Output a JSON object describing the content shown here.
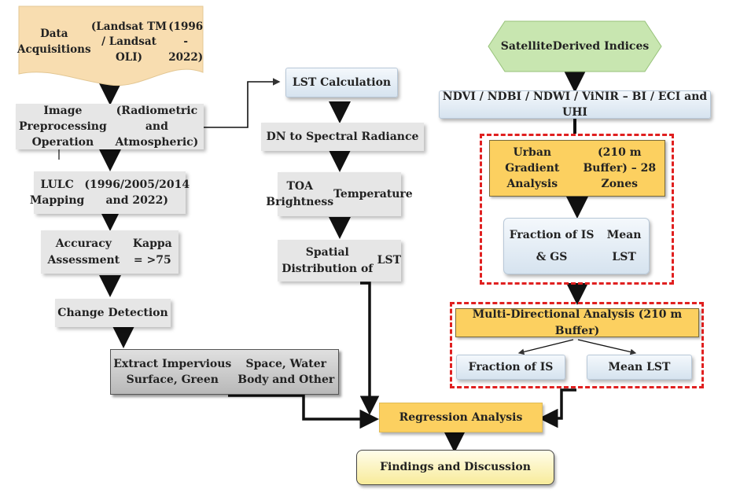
{
  "data_acquisitions": {
    "line1": "Data Acquisitions",
    "line2": "(Landsat TM / Landsat OLI)",
    "line3": "(1996 - 2022)"
  },
  "preprocessing": {
    "line1": "Image Preprocessing Operation",
    "line2": "(Radiometric and Atmospheric)"
  },
  "lulc": {
    "line1": "LULC Mapping",
    "line2": "(1996/2005/2014 and 2022)"
  },
  "accuracy": {
    "line1": "Accuracy Assessment",
    "line2": "Kappa = >75"
  },
  "change_detection": "Change Detection",
  "extract": {
    "line1": "Extract Impervious Surface, Green",
    "line2": "Space, Water Body and Other"
  },
  "lst_calc": "LST Calculation",
  "dn_radiance": "DN to Spectral Radiance",
  "toa": {
    "line1": "TOA Brightness",
    "line2": "Temperature"
  },
  "spatial_lst": {
    "line1": "Spatial Distribution of",
    "line2": "LST"
  },
  "satellite": {
    "line1": "Satellite",
    "line2": "Derived Indices"
  },
  "indices": "NDVI / NDBI / NDWI / ViNIR – BI / ECI and UHI",
  "urban_gradient": {
    "line1": "Urban Gradient Analysis",
    "line2": "(210 m Buffer) – 28 Zones"
  },
  "fraction_is_gs": {
    "line1": "Fraction of IS & GS",
    "line2": "Mean LST"
  },
  "multi_directional": "Multi-Directional Analysis (210 m Buffer)",
  "fraction_is": "Fraction of IS",
  "mean_lst": "Mean LST",
  "regression": "Regression Analysis",
  "findings": "Findings and Discussion"
}
